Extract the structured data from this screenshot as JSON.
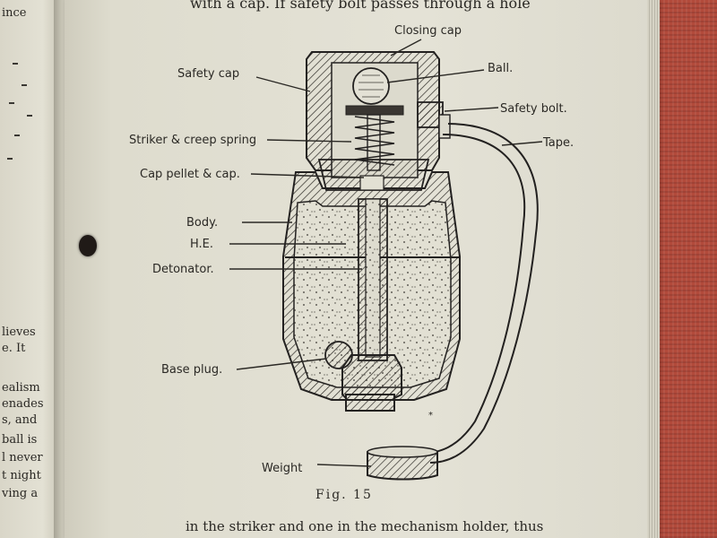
{
  "book": {
    "top_text": "with a cap. If safety bolt passes through a hole",
    "bottom_text_line1": "in the striker and one in the mechanism holder, thus",
    "figure_caption": "Fig. 15",
    "left_page_fragments": [
      "ince",
      "lieves",
      "e. It",
      "ealism",
      "enades",
      "s, and",
      "ball is",
      "l never",
      "t night",
      "ving a"
    ]
  },
  "diagram": {
    "labels": {
      "closing_cap": "Closing cap",
      "safety_cap": "Safety cap",
      "ball": "Ball.",
      "safety_bolt": "Safety bolt.",
      "tape": "Tape.",
      "striker_spring": "Striker & creep spring",
      "cap_pellet": "Cap pellet & cap.",
      "body": "Body.",
      "he": "H.E.",
      "detonator": "Detonator.",
      "base_plug": "Base plug.",
      "weight": "Weight"
    }
  }
}
